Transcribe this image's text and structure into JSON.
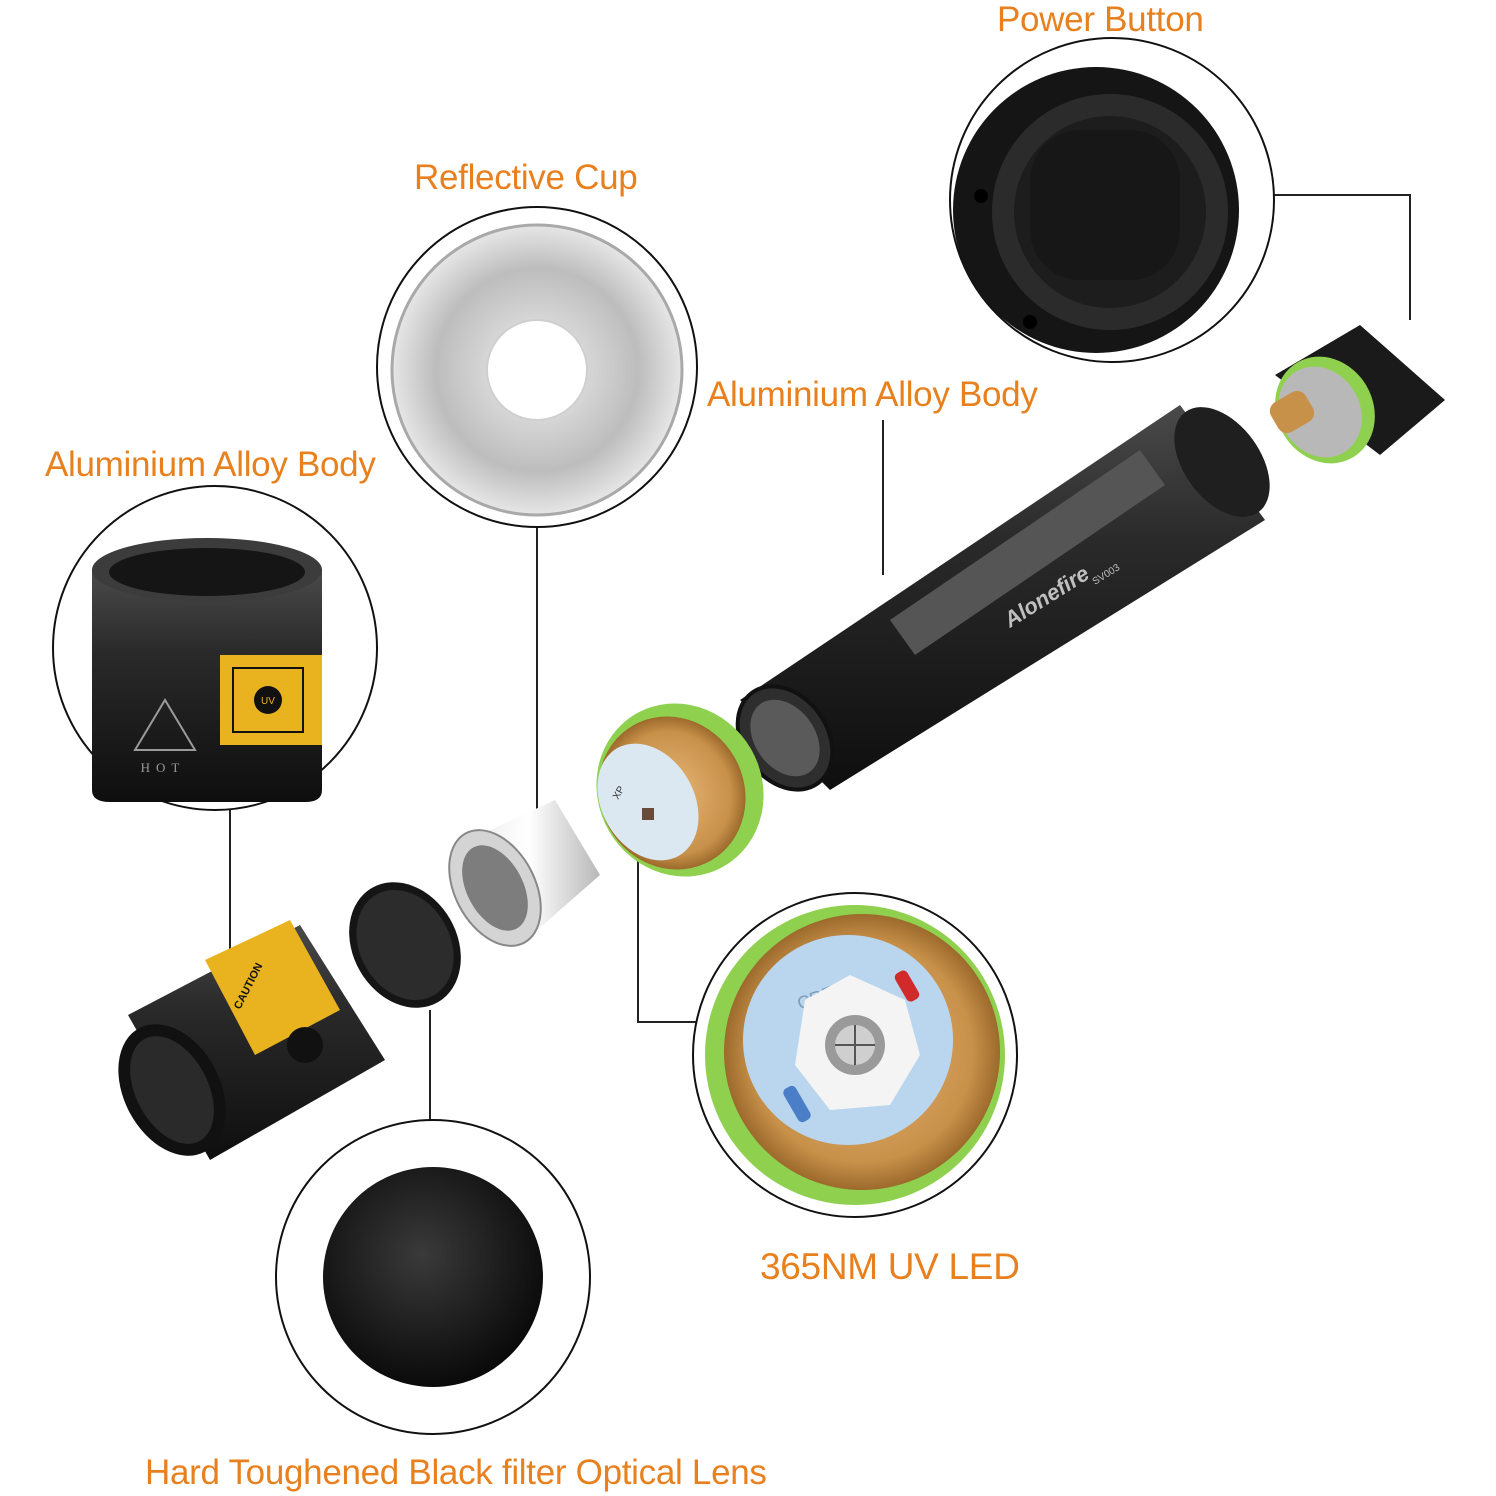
{
  "labels": {
    "power_button": "Power Button",
    "reflective_cup": "Reflective Cup",
    "body_right": "Aluminium Alloy Body",
    "body_left": "Aluminium Alloy Body",
    "uv_led": "365NM UV LED",
    "lens": "Hard Toughened Black filter Optical Lens"
  },
  "product_marks": {
    "brand": "Alonefire",
    "model": "SV003",
    "uv_tag": "UV",
    "hot_tag": "HOT",
    "caution_tag": "CAUTION",
    "led_brand": "CREE",
    "led_type": "XP"
  },
  "colors": {
    "label": "#E8801E",
    "metal_black": "#1a1a1a",
    "brass": "#C8914A",
    "seal_green": "#8FD14F",
    "warning_yellow": "#E9B320"
  }
}
